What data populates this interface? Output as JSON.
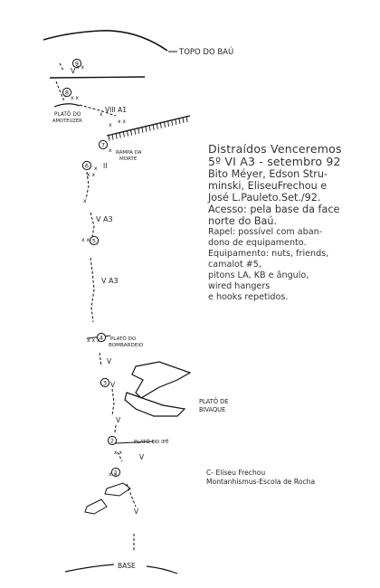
{
  "topo": {
    "top_label": "TOPO DO BAÚ",
    "base_label": "BASE",
    "pitch_numbers": [
      "9",
      "8",
      "7",
      "6",
      "5",
      "4",
      "3",
      "2",
      "1"
    ],
    "grades": {
      "v_top": "V",
      "viii_a1": "VIII A1",
      "ii_near_6": "II",
      "v_a3_upper": "V A3",
      "v_a3_lower": "V A3",
      "v_below_4": "V",
      "v_near_3": "V",
      "v_near_2": "V",
      "v_near_1": "V",
      "v_bottom": "V"
    },
    "places": {
      "plato_amoteuzer_l1": "PLATÔ DO",
      "plato_amoteuzer_l2": "AMOTEUZER",
      "rampa_l1": "RAMPA DA",
      "rampa_l2": "MORTE",
      "bombardeio_l1": "PLATÔ DO",
      "bombardeio_l2": "BOMBARDEIO",
      "bivaque_l1": "PLATÔ DE",
      "bivaque_l2": "BIVAQUE",
      "ipe": "PLATÔ DO IPÊ"
    }
  },
  "info": {
    "title": "Distraídos Venceremos",
    "grade_date": "5º VI A3 - setembro 92",
    "authors_1": "Bito Méyer, Edson Stru-",
    "authors_2": "minski, EliseuFrechou e",
    "authors_3": "José L.Pauleto.Set./92.",
    "access_1": "Acesso: pela base da face",
    "access_2": "norte do Baú.",
    "rappel_1": "Rapel: possível com aban-",
    "rappel_2": "dono de equipamento.",
    "equip_1": "Equipamento: nuts, friends,",
    "equip_2": "camalot #5,",
    "equip_3": "pitons LA, KB e ângulo,",
    "equip_4": "wired hangers",
    "equip_5": "e hooks repetidos."
  },
  "credit": {
    "line1": "C- Eliseu Frechou",
    "line2": "Montanhismus-Escola de Rocha"
  }
}
